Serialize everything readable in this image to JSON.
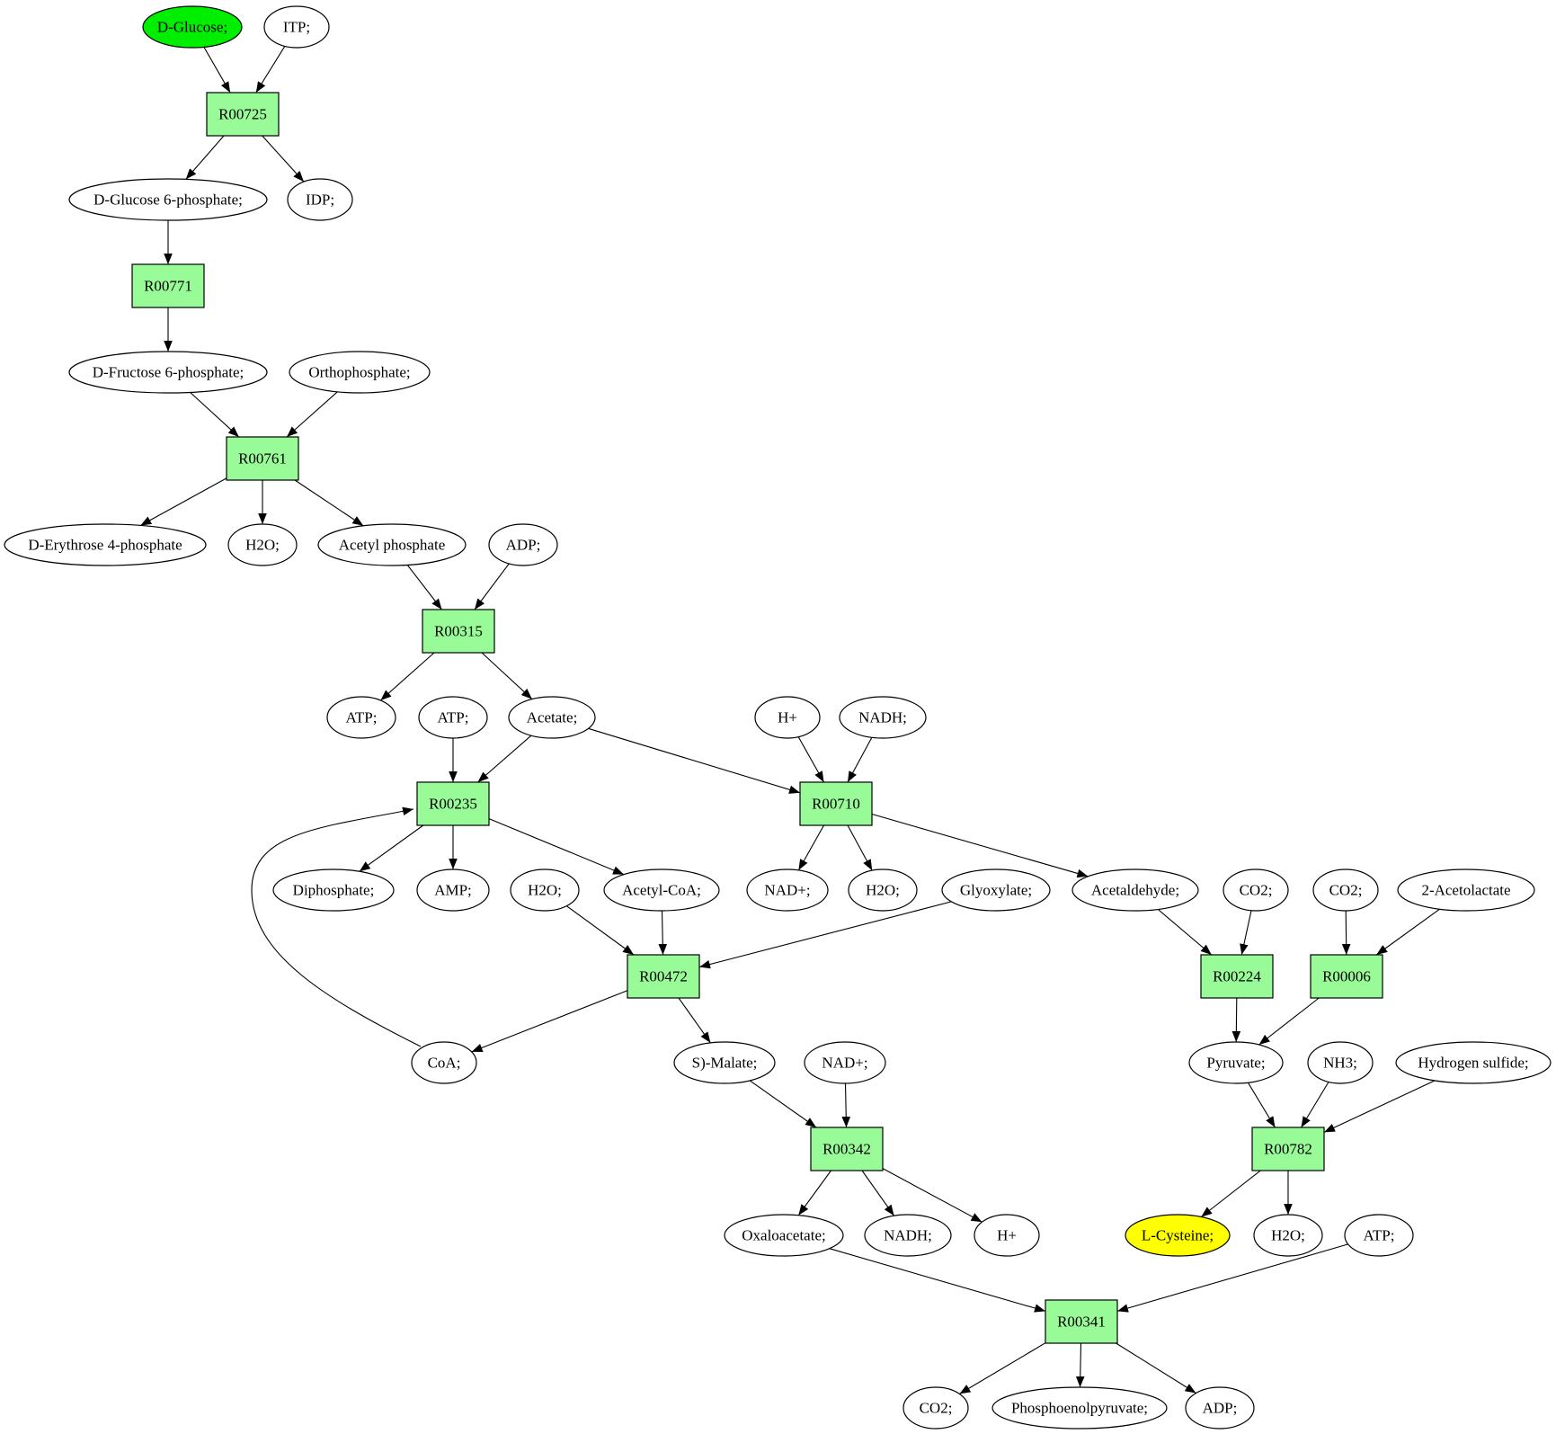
{
  "diagram": {
    "colors": {
      "reaction_fill": "#98fb98",
      "metabolite_fill": "#ffffff",
      "source_fill": "#00ee00",
      "target_fill": "#ffff00",
      "line": "#000000"
    },
    "nodes": [
      {
        "id": "glucose",
        "kind": "metabolite",
        "role": "source",
        "label": "D-Glucose;"
      },
      {
        "id": "itp",
        "kind": "metabolite",
        "label": "ITP;"
      },
      {
        "id": "r00725",
        "kind": "reaction",
        "label": "R00725"
      },
      {
        "id": "g6p",
        "kind": "metabolite",
        "label": "D-Glucose 6-phosphate;"
      },
      {
        "id": "idp",
        "kind": "metabolite",
        "label": "IDP;"
      },
      {
        "id": "r00771",
        "kind": "reaction",
        "label": "R00771"
      },
      {
        "id": "f6p",
        "kind": "metabolite",
        "label": "D-Fructose 6-phosphate;"
      },
      {
        "id": "ortho",
        "kind": "metabolite",
        "label": "Orthophosphate;"
      },
      {
        "id": "r00761",
        "kind": "reaction",
        "label": "R00761"
      },
      {
        "id": "e4p",
        "kind": "metabolite",
        "label": "D-Erythrose 4-phosphate"
      },
      {
        "id": "h2o1",
        "kind": "metabolite",
        "label": "H2O;"
      },
      {
        "id": "acp",
        "kind": "metabolite",
        "label": "Acetyl phosphate"
      },
      {
        "id": "adp1",
        "kind": "metabolite",
        "label": "ADP;"
      },
      {
        "id": "r00315",
        "kind": "reaction",
        "label": "R00315"
      },
      {
        "id": "atp1",
        "kind": "metabolite",
        "label": "ATP;"
      },
      {
        "id": "atp2",
        "kind": "metabolite",
        "label": "ATP;"
      },
      {
        "id": "acetate",
        "kind": "metabolite",
        "label": "Acetate;"
      },
      {
        "id": "hplus1",
        "kind": "metabolite",
        "label": "H+"
      },
      {
        "id": "nadh1",
        "kind": "metabolite",
        "label": "NADH;"
      },
      {
        "id": "r00235",
        "kind": "reaction",
        "label": "R00235"
      },
      {
        "id": "r00710",
        "kind": "reaction",
        "label": "R00710"
      },
      {
        "id": "diphos",
        "kind": "metabolite",
        "label": "Diphosphate;"
      },
      {
        "id": "amp",
        "kind": "metabolite",
        "label": "AMP;"
      },
      {
        "id": "h2o2",
        "kind": "metabolite",
        "label": "H2O;"
      },
      {
        "id": "acoa",
        "kind": "metabolite",
        "label": "Acetyl-CoA;"
      },
      {
        "id": "nadp1",
        "kind": "metabolite",
        "label": "NAD+;"
      },
      {
        "id": "h2o3",
        "kind": "metabolite",
        "label": "H2O;"
      },
      {
        "id": "glyox",
        "kind": "metabolite",
        "label": "Glyoxylate;"
      },
      {
        "id": "acald",
        "kind": "metabolite",
        "label": "Acetaldehyde;"
      },
      {
        "id": "co2a",
        "kind": "metabolite",
        "label": "CO2;"
      },
      {
        "id": "co2b",
        "kind": "metabolite",
        "label": "CO2;"
      },
      {
        "id": "acetolac",
        "kind": "metabolite",
        "label": "2-Acetolactate"
      },
      {
        "id": "r00472",
        "kind": "reaction",
        "label": "R00472"
      },
      {
        "id": "r00224",
        "kind": "reaction",
        "label": "R00224"
      },
      {
        "id": "r00006",
        "kind": "reaction",
        "label": "R00006"
      },
      {
        "id": "coa",
        "kind": "metabolite",
        "label": "CoA;"
      },
      {
        "id": "malate",
        "kind": "metabolite",
        "label": "S)-Malate;"
      },
      {
        "id": "nadp2",
        "kind": "metabolite",
        "label": "NAD+;"
      },
      {
        "id": "pyruvate",
        "kind": "metabolite",
        "label": "Pyruvate;"
      },
      {
        "id": "nh3",
        "kind": "metabolite",
        "label": "NH3;"
      },
      {
        "id": "h2s",
        "kind": "metabolite",
        "label": "Hydrogen sulfide;"
      },
      {
        "id": "r00342",
        "kind": "reaction",
        "label": "R00342"
      },
      {
        "id": "r00782",
        "kind": "reaction",
        "label": "R00782"
      },
      {
        "id": "oaa",
        "kind": "metabolite",
        "label": "Oxaloacetate;"
      },
      {
        "id": "nadh2",
        "kind": "metabolite",
        "label": "NADH;"
      },
      {
        "id": "hplus2",
        "kind": "metabolite",
        "label": "H+"
      },
      {
        "id": "cys",
        "kind": "metabolite",
        "role": "target",
        "label": "L-Cysteine;"
      },
      {
        "id": "h2o4",
        "kind": "metabolite",
        "label": "H2O;"
      },
      {
        "id": "atp3",
        "kind": "metabolite",
        "label": "ATP;"
      },
      {
        "id": "r00341",
        "kind": "reaction",
        "label": "R00341"
      },
      {
        "id": "co2c",
        "kind": "metabolite",
        "label": "CO2;"
      },
      {
        "id": "pep",
        "kind": "metabolite",
        "label": "Phosphoenolpyruvate;"
      },
      {
        "id": "adp2",
        "kind": "metabolite",
        "label": "ADP;"
      }
    ],
    "edges": [
      [
        "glucose",
        "r00725"
      ],
      [
        "itp",
        "r00725"
      ],
      [
        "r00725",
        "g6p"
      ],
      [
        "r00725",
        "idp"
      ],
      [
        "g6p",
        "r00771"
      ],
      [
        "r00771",
        "f6p"
      ],
      [
        "f6p",
        "r00761"
      ],
      [
        "ortho",
        "r00761"
      ],
      [
        "r00761",
        "e4p"
      ],
      [
        "r00761",
        "h2o1"
      ],
      [
        "r00761",
        "acp"
      ],
      [
        "acp",
        "r00315"
      ],
      [
        "adp1",
        "r00315"
      ],
      [
        "r00315",
        "atp1"
      ],
      [
        "r00315",
        "acetate"
      ],
      [
        "atp2",
        "r00235"
      ],
      [
        "acetate",
        "r00235"
      ],
      [
        "acetate",
        "r00710"
      ],
      [
        "hplus1",
        "r00710"
      ],
      [
        "nadh1",
        "r00710"
      ],
      [
        "r00235",
        "diphos"
      ],
      [
        "r00235",
        "amp"
      ],
      [
        "r00235",
        "acoa"
      ],
      [
        "r00710",
        "nadp1"
      ],
      [
        "r00710",
        "h2o3"
      ],
      [
        "r00710",
        "acald"
      ],
      [
        "h2o2",
        "r00472"
      ],
      [
        "acoa",
        "r00472"
      ],
      [
        "glyox",
        "r00472"
      ],
      [
        "r00472",
        "coa"
      ],
      [
        "r00472",
        "malate"
      ],
      [
        "coa",
        "r00235"
      ],
      [
        "acald",
        "r00224"
      ],
      [
        "co2a",
        "r00224"
      ],
      [
        "co2b",
        "r00006"
      ],
      [
        "acetolac",
        "r00006"
      ],
      [
        "r00224",
        "pyruvate"
      ],
      [
        "r00006",
        "pyruvate"
      ],
      [
        "malate",
        "r00342"
      ],
      [
        "nadp2",
        "r00342"
      ],
      [
        "r00342",
        "oaa"
      ],
      [
        "r00342",
        "nadh2"
      ],
      [
        "r00342",
        "hplus2"
      ],
      [
        "pyruvate",
        "r00782"
      ],
      [
        "nh3",
        "r00782"
      ],
      [
        "h2s",
        "r00782"
      ],
      [
        "r00782",
        "cys"
      ],
      [
        "r00782",
        "h2o4"
      ],
      [
        "oaa",
        "r00341"
      ],
      [
        "atp3",
        "r00341"
      ],
      [
        "r00341",
        "co2c"
      ],
      [
        "r00341",
        "pep"
      ],
      [
        "r00341",
        "adp2"
      ]
    ]
  }
}
